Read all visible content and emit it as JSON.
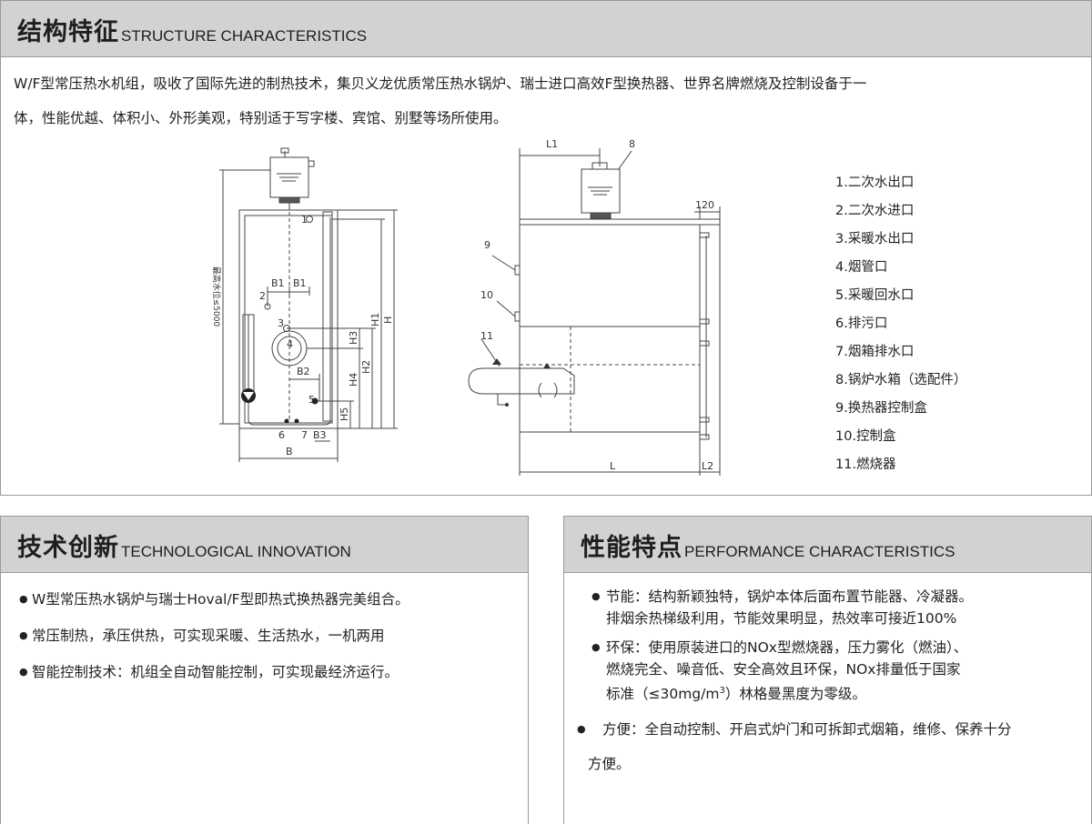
{
  "structure": {
    "title_cn": "结构特征",
    "title_en": "STRUCTURE CHARACTERISTICS",
    "intro_line1": "W/F型常压热水机组，吸收了国际先进的制热技术，集贝义龙优质常压热水锅炉、瑞士进口高效F型换热器、世界名牌燃烧及控制设备于一",
    "intro_line2": "体，性能优越、体积小、外形美观，特别适于写字楼、宾馆、别墅等场所使用。"
  },
  "diagram_left": {
    "vertical_label": "最高水位≤5000",
    "labels": {
      "n1": "1",
      "n2": "2",
      "n3": "3",
      "n4": "4",
      "n5": "5",
      "n6": "6",
      "n7": "7",
      "B1a": "B1",
      "B1b": "B1",
      "B2": "B2",
      "B3": "B3",
      "B": "B",
      "H": "H",
      "H1": "H1",
      "H2": "H2",
      "H3": "H3",
      "H4": "H4",
      "H5": "H5"
    }
  },
  "diagram_right": {
    "labels": {
      "L1": "L1",
      "n8": "8",
      "d120": "120",
      "n9": "9",
      "n10": "10",
      "n11": "11",
      "L": "L",
      "L2": "L2"
    }
  },
  "legend": [
    "1.二次水出口",
    "2.二次水进口",
    "3.采暖水出口",
    "4.烟管口",
    "5.采暖回水口",
    "6.排污口",
    "7.烟箱排水口",
    "8.锅炉水箱（选配件）",
    "9.换热器控制盒",
    "10.控制盒",
    "11.燃烧器"
  ],
  "tech": {
    "title_cn": "技术创新",
    "title_en": "TECHNOLOGICAL INNOVATION",
    "items": [
      "W型常压热水锅炉与瑞士Hoval/F型即热式换热器完美组合。",
      "常压制热，承压供热，可实现采暖、生活热水，一机两用",
      "智能控制技术：机组全自动智能控制，可实现最经济运行。"
    ]
  },
  "perf": {
    "title_cn": "性能特点",
    "title_en": "PERFORMANCE CHARACTERISTICS",
    "item1_line1": "节能：结构新颖独特，锅炉本体后面布置节能器、冷凝器。",
    "item1_line2": "排烟余热梯级利用，节能效果明显，热效率可接近100%",
    "item2_line1": "环保：使用原装进口的NOx型燃烧器，压力雾化（燃油）、",
    "item2_line2": "燃烧完全、噪音低、安全高效且环保，NOx排量低于国家",
    "item2_line3_a": "标准（≤30mg/m",
    "item2_line3_sup": "3",
    "item2_line3_b": "）林格曼黑度为零级。",
    "item3_line1": "方便：全自动控制、开启式炉门和可拆卸式烟箱，维修、保养十分",
    "item3_line2": "方便。"
  }
}
